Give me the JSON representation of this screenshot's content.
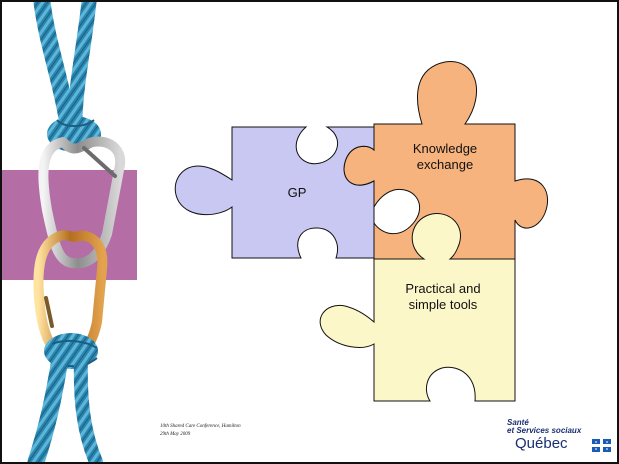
{
  "pieces": {
    "gp": {
      "lines": [
        "GP"
      ],
      "fill": "#c8c8f2"
    },
    "knowledge": {
      "lines": [
        "Knowledge",
        "exchange"
      ],
      "fill": "#f6b37e"
    },
    "tools": {
      "lines": [
        "Practical and",
        "simple tools"
      ],
      "fill": "#fbf7c8"
    }
  },
  "footer": {
    "line1": "10th Shared Care Conference, Hamilton",
    "line2": "29th May 2009"
  },
  "logo": {
    "line1": "Santé",
    "line2": "et Services sociaux",
    "main": "Québec",
    "color": "#1a2f72"
  },
  "accent": {
    "band": "#b56da6",
    "rope": "#2e8fb8",
    "carabiner_top": "#8e8e8e",
    "carabiner_bottom": "#bb7f2e"
  }
}
